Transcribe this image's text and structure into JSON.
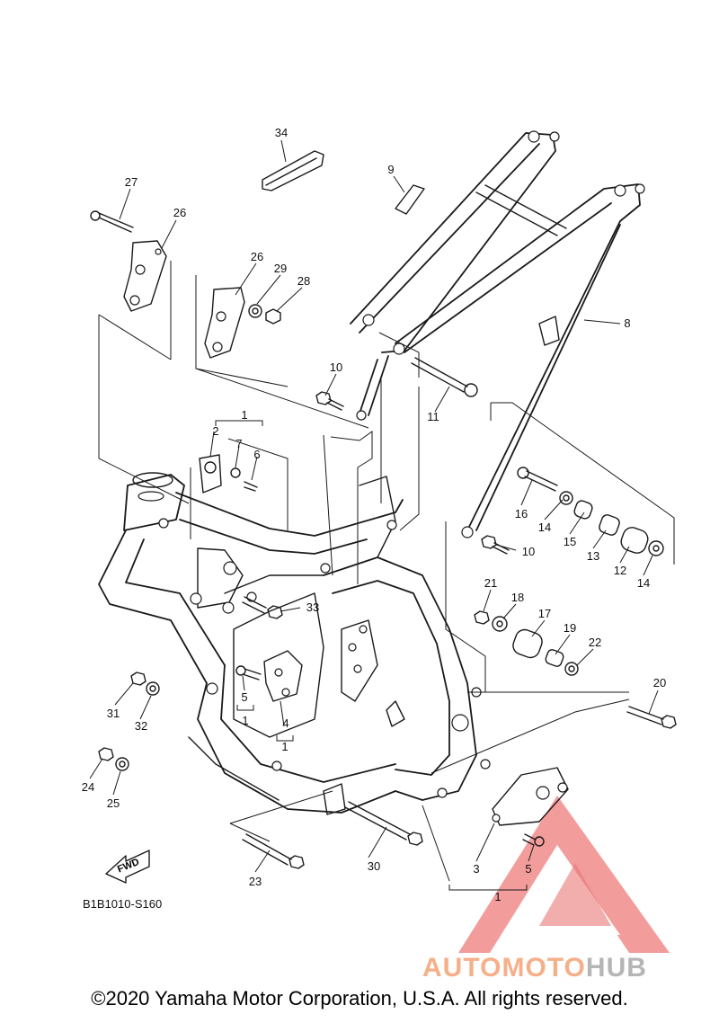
{
  "diagram": {
    "code": "B1B1010-S160",
    "fwd_label": "FWD",
    "callouts": [
      {
        "id": "c1",
        "text": "1"
      },
      {
        "id": "c2",
        "text": "2"
      },
      {
        "id": "c6",
        "text": "6"
      },
      {
        "id": "c7",
        "text": "7"
      },
      {
        "id": "c26a",
        "text": "26"
      },
      {
        "id": "c26b",
        "text": "26"
      },
      {
        "id": "c27",
        "text": "27"
      },
      {
        "id": "c28",
        "text": "28"
      },
      {
        "id": "c29",
        "text": "29"
      },
      {
        "id": "c34",
        "text": "34"
      },
      {
        "id": "c9",
        "text": "9"
      },
      {
        "id": "c8",
        "text": "8"
      },
      {
        "id": "c10a",
        "text": "10"
      },
      {
        "id": "c11",
        "text": "11"
      },
      {
        "id": "c16",
        "text": "16"
      },
      {
        "id": "c14a",
        "text": "14"
      },
      {
        "id": "c15",
        "text": "15"
      },
      {
        "id": "c13",
        "text": "13"
      },
      {
        "id": "c12",
        "text": "12"
      },
      {
        "id": "c14b",
        "text": "14"
      },
      {
        "id": "c10b",
        "text": "10"
      },
      {
        "id": "c21",
        "text": "21"
      },
      {
        "id": "c18",
        "text": "18"
      },
      {
        "id": "c17",
        "text": "17"
      },
      {
        "id": "c19",
        "text": "19"
      },
      {
        "id": "c22",
        "text": "22"
      },
      {
        "id": "c33",
        "text": "33"
      },
      {
        "id": "c5a",
        "text": "5"
      },
      {
        "id": "c1b",
        "text": "1"
      },
      {
        "id": "c4",
        "text": "4"
      },
      {
        "id": "c1c",
        "text": "1"
      },
      {
        "id": "c31",
        "text": "31"
      },
      {
        "id": "c32",
        "text": "32"
      },
      {
        "id": "c24",
        "text": "24"
      },
      {
        "id": "c25",
        "text": "25"
      },
      {
        "id": "c20",
        "text": "20"
      },
      {
        "id": "c23",
        "text": "23"
      },
      {
        "id": "c30",
        "text": "30"
      },
      {
        "id": "c3",
        "text": "3"
      },
      {
        "id": "c5b",
        "text": "5"
      },
      {
        "id": "c1d",
        "text": "1"
      }
    ]
  },
  "watermark": {
    "brand_a": "AUTOMOTO",
    "brand_b": "HUB",
    "color_a": "#f5b08a",
    "color_b": "#b5b5b5",
    "logo_color": "#e24a4a"
  },
  "footer": {
    "copyright": "©2020 Yamaha Motor Corporation, U.S.A. All rights reserved."
  }
}
